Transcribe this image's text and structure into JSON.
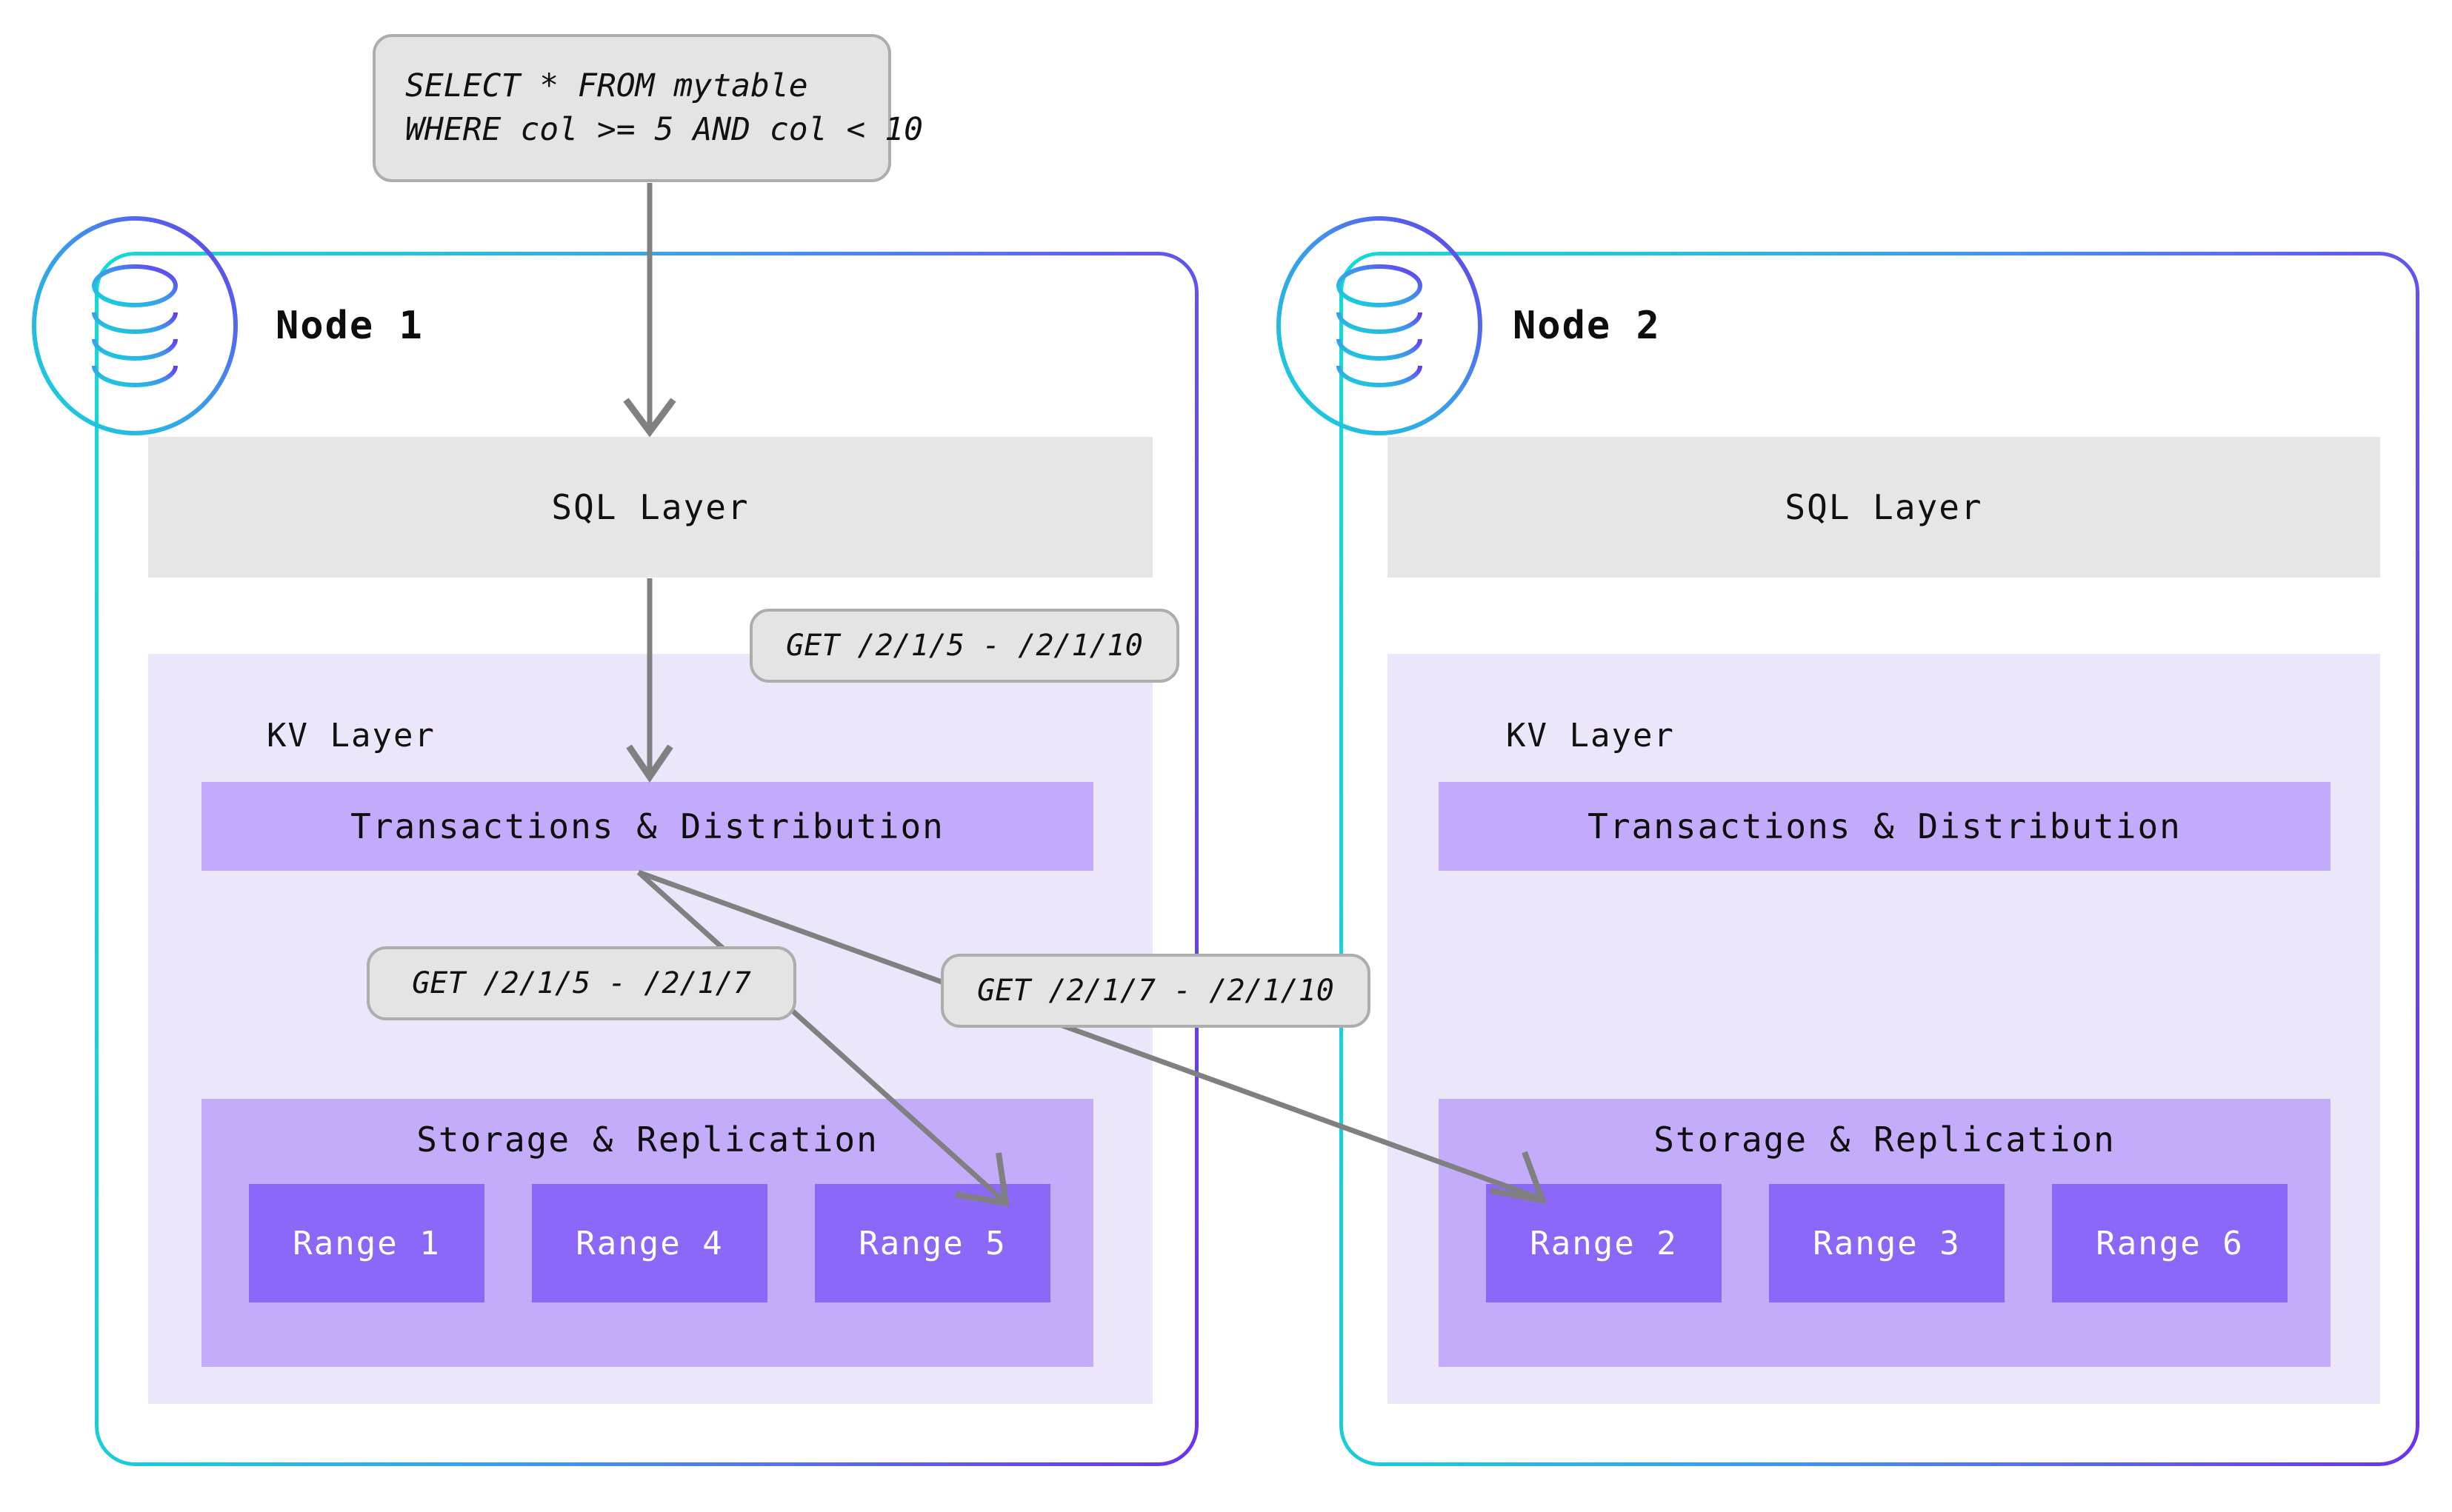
{
  "query_callout": {
    "name": "sql-query",
    "lines": [
      "SELECT * FROM mytable",
      "WHERE col >= 5 AND col < 10"
    ]
  },
  "nodes": [
    {
      "title": "Node 1",
      "icon": "database-icon",
      "sql_layer_label": "SQL Layer",
      "kv_layer_label": "KV Layer",
      "transactions_label": "Transactions & Distribution",
      "storage_label": "Storage & Replication",
      "ranges": [
        "Range 1",
        "Range 4",
        "Range 5"
      ]
    },
    {
      "title": "Node 2",
      "icon": "database-icon",
      "sql_layer_label": "SQL Layer",
      "kv_layer_label": "KV Layer",
      "transactions_label": "Transactions & Distribution",
      "storage_label": "Storage & Replication",
      "ranges": [
        "Range 2",
        "Range 3",
        "Range 6"
      ]
    }
  ],
  "get_labels": [
    {
      "name": "get-label-full-range",
      "text": "GET /2/1/5 - /2/1/10"
    },
    {
      "name": "get-label-node1-range",
      "text": "GET /2/1/5 - /2/1/7"
    },
    {
      "name": "get-label-node2-range",
      "text": "GET /2/1/7 - /2/1/10"
    }
  ],
  "colors": {
    "gradient_start": "#11dbd6",
    "gradient_end": "#6c33ea",
    "sql_layer_bg": "#e6e6e6",
    "kv_layer_bg": "#ece6fb",
    "transactions_bg": "#c1abfa",
    "storage_bg": "#c3adfa",
    "range_bg": "#8b68f7",
    "callout_bg": "#e4e4e4",
    "callout_border": "#adadad",
    "arrow_stroke": "#808080"
  }
}
